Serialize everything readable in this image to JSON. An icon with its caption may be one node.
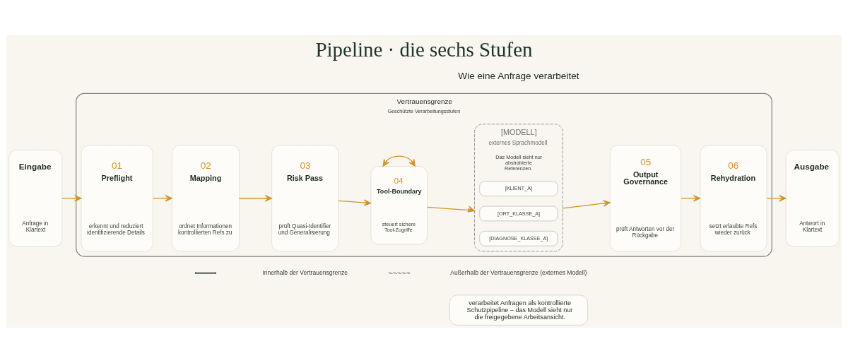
{
  "diagram": {
    "title": "Pipeline · die sechs Stufen",
    "nodes": [
      {
        "text": [
          "Eingabe",
          "Anfrage in Klartext"
        ]
      },
      {
        "text": [
          "Vertrauensgrenze",
          "Geschützte Verarbeitungsstufen"
        ]
      },
      {
        "text": [
          "01",
          "Preflight",
          "erkennt und reduziert identifizierende Details"
        ],
        "in": 1
      },
      {
        "text": [
          "02",
          "Mapping",
          "ordnet Informationen kontrollierten Refs zu"
        ],
        "in": 1
      },
      {
        "text": [
          "03",
          "Risk Pass",
          "prüft Quasi-Identifier und Generalisierung"
        ],
        "in": 1
      },
      {
        "text": [
          "04",
          "Tool-Boundary",
          "steuert sichere Tool-Zugriffe"
        ],
        "in": 1
      },
      {
        "text": [
          "[MODELL]",
          "externes Sprachmodell",
          "Das Modell sieht nur abstrahierte Referenzen."
        ],
        "in": 1
      },
      {
        "text": [
          "[KLIENT_A]"
        ],
        "in": 6
      },
      {
        "text": [
          "[ORT_KLASSE_A]"
        ],
        "in": 6
      },
      {
        "text": [
          "[DIAGNOSE_KLASSE_A]"
        ],
        "in": 6
      },
      {
        "text": [
          "05",
          "Output Governance",
          "prüft Antworten vor der Rückgabe"
        ],
        "in": 1
      },
      {
        "text": [
          "06",
          "Rehydration",
          "setzt erlaubte Refs wieder zurück"
        ],
        "in": 1
      },
      {
        "text": [
          "Ausgabe",
          "Antwort in Klartext"
        ]
      },
      {
        "text": [
          "verarbeitet Anfragen als kontrollierte Schutzpipeline – das Modell sieht nur die freigegebene Arbeitsansicht."
        ]
      }
    ],
    "edges": [
      {
        "from": 0,
        "to": 2,
        "arrow": "to"
      },
      {
        "from": 2,
        "to": 3,
        "arrow": "to"
      },
      {
        "from": 3,
        "to": 4,
        "arrow": "to"
      },
      {
        "from": 4,
        "to": 5,
        "arrow": "to"
      },
      {
        "from": 5,
        "to": 5,
        "arrow": "both"
      },
      {
        "from": 5,
        "to": 6,
        "arrow": "to"
      },
      {
        "from": 6,
        "to": 10,
        "arrow": "to"
      },
      {
        "from": 10,
        "to": 11,
        "arrow": "to"
      },
      {
        "from": 11,
        "to": 12,
        "arrow": "to"
      }
    ],
    "labels": [
      "Wie eine Anfrage verarbeitet"
    ],
    "legend": [
      {
        "text": "Innerhalb der Vertrauensgrenze"
      },
      {
        "text": "Außerhalb der Vertrauensgrenze (externes Modell)"
      }
    ]
  }
}
